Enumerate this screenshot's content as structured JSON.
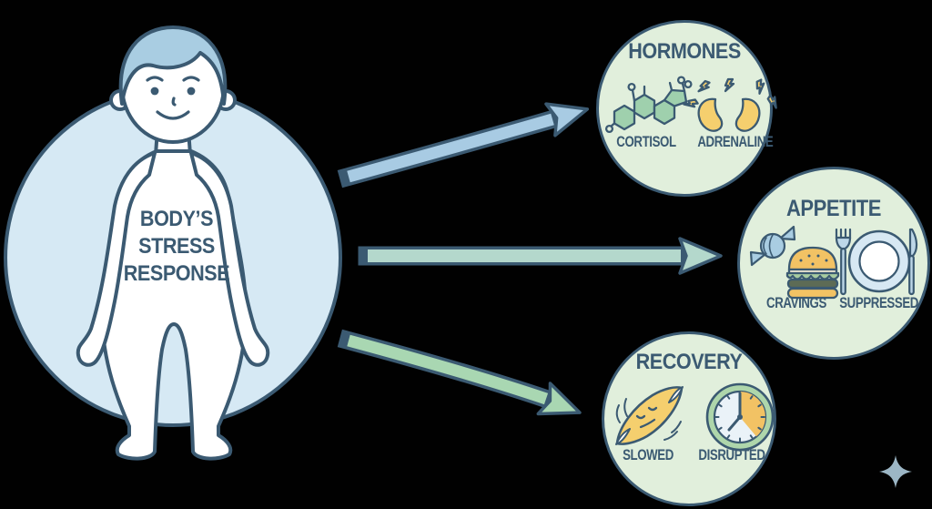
{
  "center": {
    "title": "BODY’S\nSTRESS\nRESPONSE"
  },
  "nodes": {
    "hormones": {
      "title": "HORMONES",
      "items": [
        {
          "label": "CORTISOL",
          "icon": "cortisol-molecule-icon"
        },
        {
          "label": "ADRENALINE",
          "icon": "adrenal-glands-icon"
        }
      ]
    },
    "appetite": {
      "title": "APPETITE",
      "items": [
        {
          "label": "CRAVINGS",
          "icon": "candy-burger-icon"
        },
        {
          "label": "SUPPRESSED",
          "icon": "place-setting-icon"
        }
      ]
    },
    "recovery": {
      "title": "RECOVERY",
      "items": [
        {
          "label": "SLOWED",
          "icon": "strained-muscle-icon"
        },
        {
          "label": "DISRUPTED",
          "icon": "disrupted-clock-icon"
        }
      ]
    }
  },
  "decorations": {
    "sparkle": "four-point-star-icon"
  },
  "colors": {
    "background": "#000000",
    "outline_dark": "#3b5a72",
    "body_circle_fill": "#d6e9f4",
    "node_circle_fill": "#e1efdc",
    "hair_blue": "#a9cde2",
    "accent_yellow": "#f5cf6e",
    "accent_orange": "#f2c264",
    "molecule_green": "#9fd0ad",
    "clock_ring_green": "#aed6ab",
    "utensil_blue": "#bdd7e8",
    "arrow_blue": "#a8cbe3",
    "arrow_teal": "#b4d8cc",
    "arrow_green": "#a9d7b2",
    "sparkle_blue": "#9cb6c5"
  }
}
